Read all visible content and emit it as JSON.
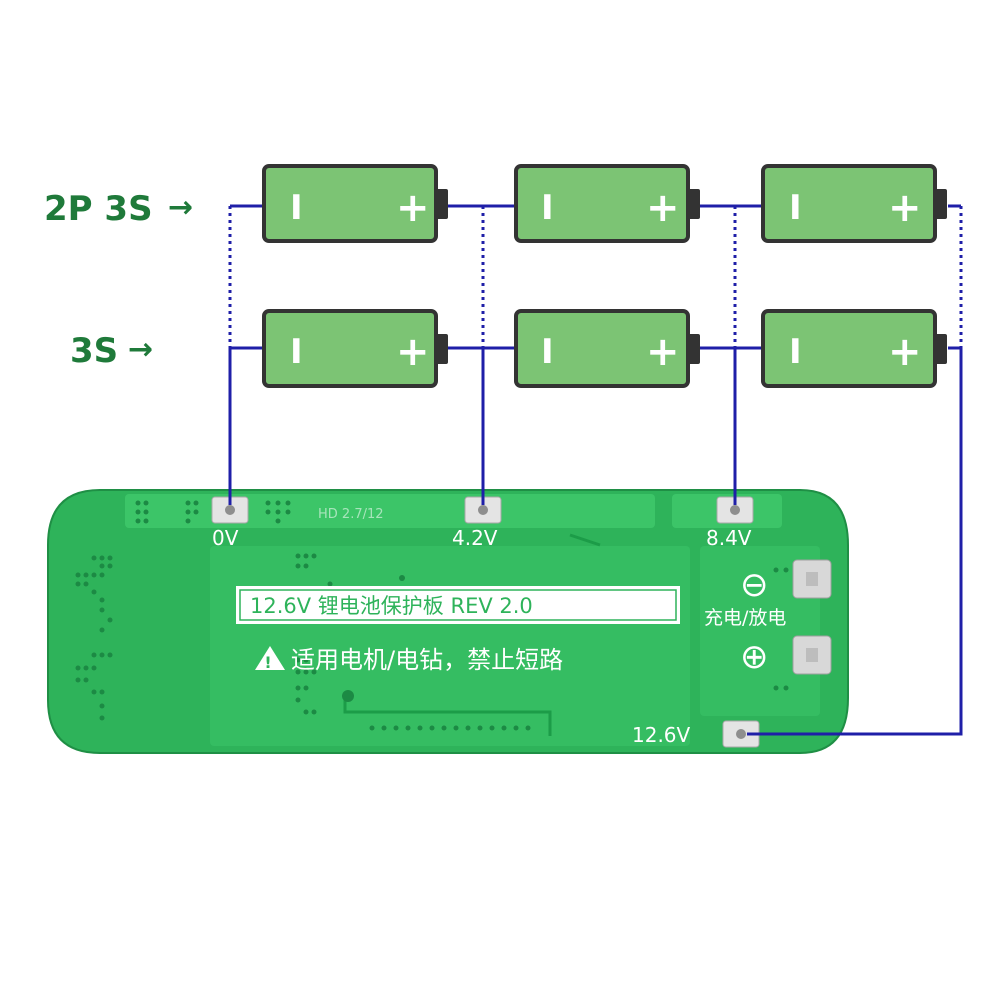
{
  "labels": {
    "config_2p3s": "2P 3S",
    "config_3s": "3S",
    "arrow": "→"
  },
  "battery": {
    "minus": "I",
    "plus": "+"
  },
  "pcb": {
    "title": "12.6V 锂电池保护板 REV 2.0",
    "warning": "适用电机/电钻，禁止短路",
    "warning_icon": "!",
    "silk_code": "HD 2.7/12",
    "pad_0v": "0V",
    "pad_42v": "4.2V",
    "pad_84v": "8.4V",
    "pad_126v": "12.6V",
    "charge_discharge": "充电/放电",
    "minus_symbol": "⊖",
    "plus_symbol": "⊕"
  },
  "colors": {
    "battery_fill": "#7cc474",
    "battery_stroke": "#333333",
    "wire": "#1f1fa8",
    "pcb": "#2eb35a",
    "label": "#1f7a3a"
  }
}
